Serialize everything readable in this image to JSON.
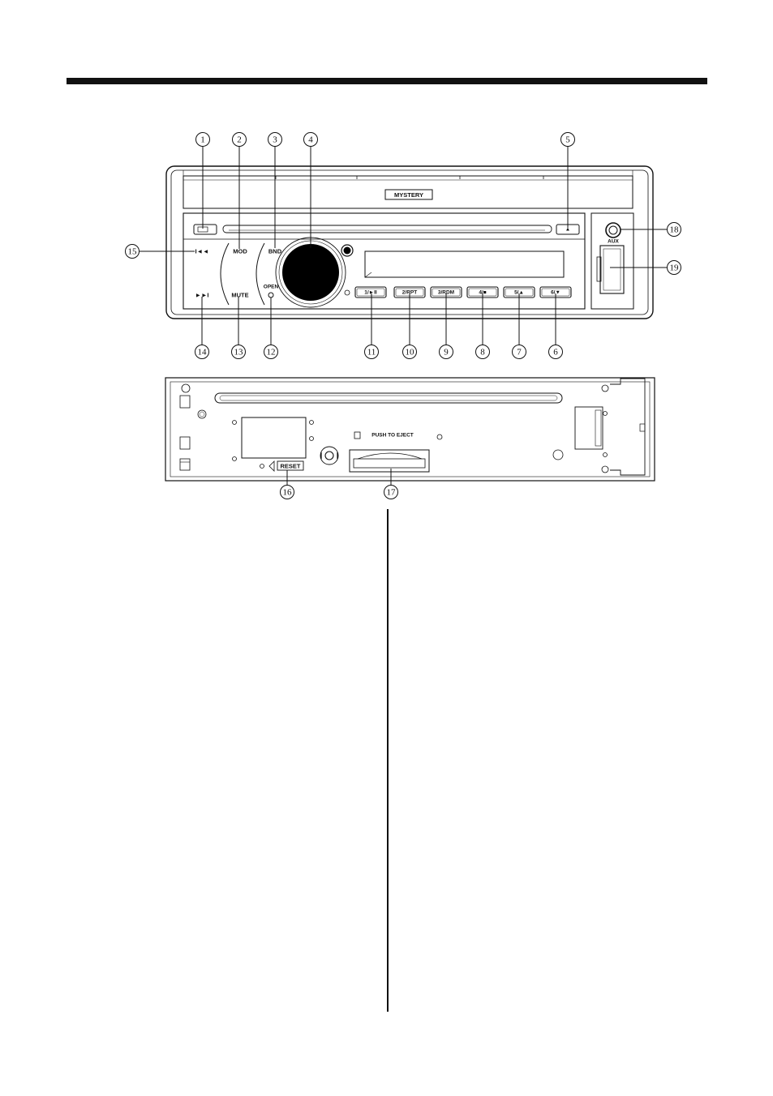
{
  "brand": "MYSTERY",
  "front_panel": {
    "buttons": [
      {
        "id": "b1",
        "label": "1/►II"
      },
      {
        "id": "b2",
        "label": "2/RPT"
      },
      {
        "id": "b3",
        "label": "3/RDM"
      },
      {
        "id": "b4",
        "label": "4/■"
      },
      {
        "id": "b5",
        "label": "5/▲"
      },
      {
        "id": "b6",
        "label": "6/▼"
      }
    ],
    "mod_label": "MOD",
    "bnd_label": "BND",
    "mute_label": "MUTE",
    "open_label": "OPEN",
    "prev_label": "I◄◄",
    "next_label": "►►I",
    "eject_symbol": "▲",
    "aux_label": "AUX"
  },
  "rear_panel": {
    "push_to_eject": "PUSH TO EJECT",
    "reset_label": "RESET"
  },
  "callouts": [
    "1",
    "2",
    "3",
    "4",
    "5",
    "6",
    "7",
    "8",
    "9",
    "10",
    "11",
    "12",
    "13",
    "14",
    "15",
    "16",
    "17",
    "18",
    "19"
  ]
}
